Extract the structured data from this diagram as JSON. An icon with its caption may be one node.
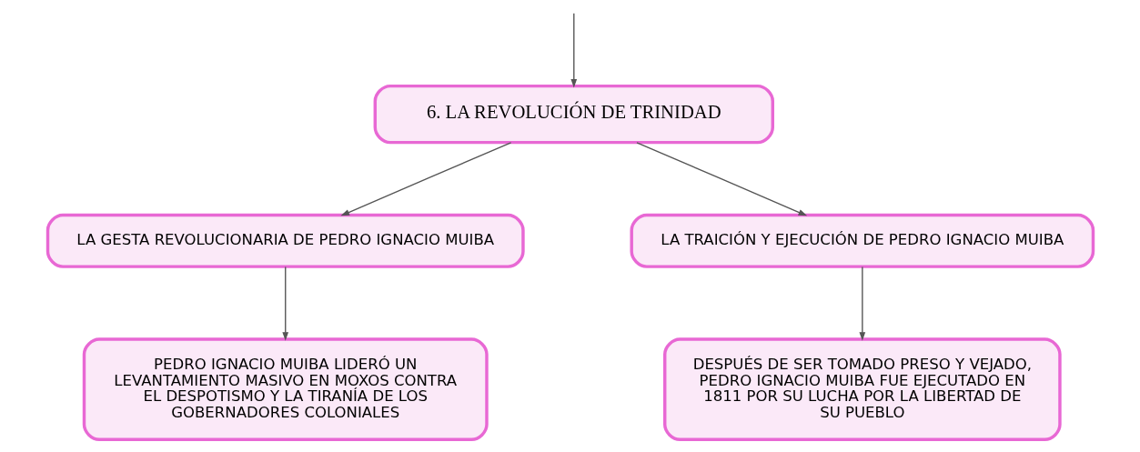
{
  "diagram": {
    "nodes": [
      {
        "text": [
          "6. LA REVOLUCIÓN DE TRINIDAD"
        ]
      },
      {
        "text": [
          "LA GESTA REVOLUCIONARIA DE PEDRO IGNACIO MUIBA"
        ]
      },
      {
        "text": [
          "LA TRAICIÓN Y EJECUCIÓN DE PEDRO IGNACIO MUIBA"
        ]
      },
      {
        "text": [
          "PEDRO IGNACIO MUIBA LIDERÓ UN LEVANTAMIENTO MASIVO EN MOXOS CONTRA EL DESPOTISMO Y LA TIRANÍA DE LOS GOBERNADORES COLONIALES"
        ]
      },
      {
        "text": [
          "DESPUÉS DE SER TOMADO PRESO Y VEJADO, PEDRO IGNACIO MUIBA FUE EJECUTADO EN 1811 POR SU LUCHA POR LA LIBERTAD DE SU PUEBLO"
        ]
      }
    ],
    "edges": [
      {
        "from": null,
        "to": 0,
        "arrow": "to"
      },
      {
        "from": 0,
        "to": 1,
        "arrow": "to"
      },
      {
        "from": 0,
        "to": 2,
        "arrow": "to"
      },
      {
        "from": 1,
        "to": 3,
        "arrow": "to"
      },
      {
        "from": 2,
        "to": 4,
        "arrow": "to"
      }
    ]
  }
}
